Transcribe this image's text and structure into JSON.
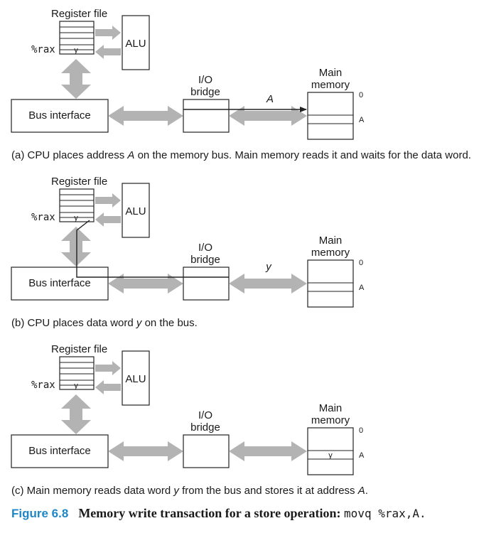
{
  "panels": [
    {
      "register_file_label": "Register file",
      "rax_label": "%rax",
      "reg_value": "y",
      "alu_label": "ALU",
      "bridge_label_1": "I/O",
      "bridge_label_2": "bridge",
      "memory_label_1": "Main",
      "memory_label_2": "memory",
      "bus_interface_label": "Bus interface",
      "bus_value": "A",
      "mem_value": "",
      "addr_0": "0",
      "addr_a": "A",
      "caption": {
        "prefix": "(a) CPU places address ",
        "italic": "A",
        "suffix": " on the memory bus. Main memory reads it and waits for the data word."
      }
    },
    {
      "register_file_label": "Register file",
      "rax_label": "%rax",
      "reg_value": "y",
      "alu_label": "ALU",
      "bridge_label_1": "I/O",
      "bridge_label_2": "bridge",
      "memory_label_1": "Main",
      "memory_label_2": "memory",
      "bus_interface_label": "Bus interface",
      "bus_value": "y",
      "mem_value": "",
      "addr_0": "0",
      "addr_a": "A",
      "caption": {
        "prefix": "(b) CPU places data word ",
        "italic": "y",
        "suffix": " on the bus."
      }
    },
    {
      "register_file_label": "Register file",
      "rax_label": "%rax",
      "reg_value": "y",
      "alu_label": "ALU",
      "bridge_label_1": "I/O",
      "bridge_label_2": "bridge",
      "memory_label_1": "Main",
      "memory_label_2": "memory",
      "bus_interface_label": "Bus interface",
      "bus_value": "",
      "mem_value": "y",
      "addr_0": "0",
      "addr_a": "A",
      "caption": {
        "prefix": "(c) Main memory reads data word ",
        "italic": "y",
        "suffix": " from the bus and stores it at address ",
        "italic2": "A",
        "suffix2": "."
      }
    }
  ],
  "figure": {
    "number": "Figure 6.8",
    "title": "Memory write transaction for a store operation: ",
    "code": "movq %rax,A."
  },
  "colors": {
    "figure_number": "#1f86c8",
    "bus_gray": "#b3b3b3"
  }
}
